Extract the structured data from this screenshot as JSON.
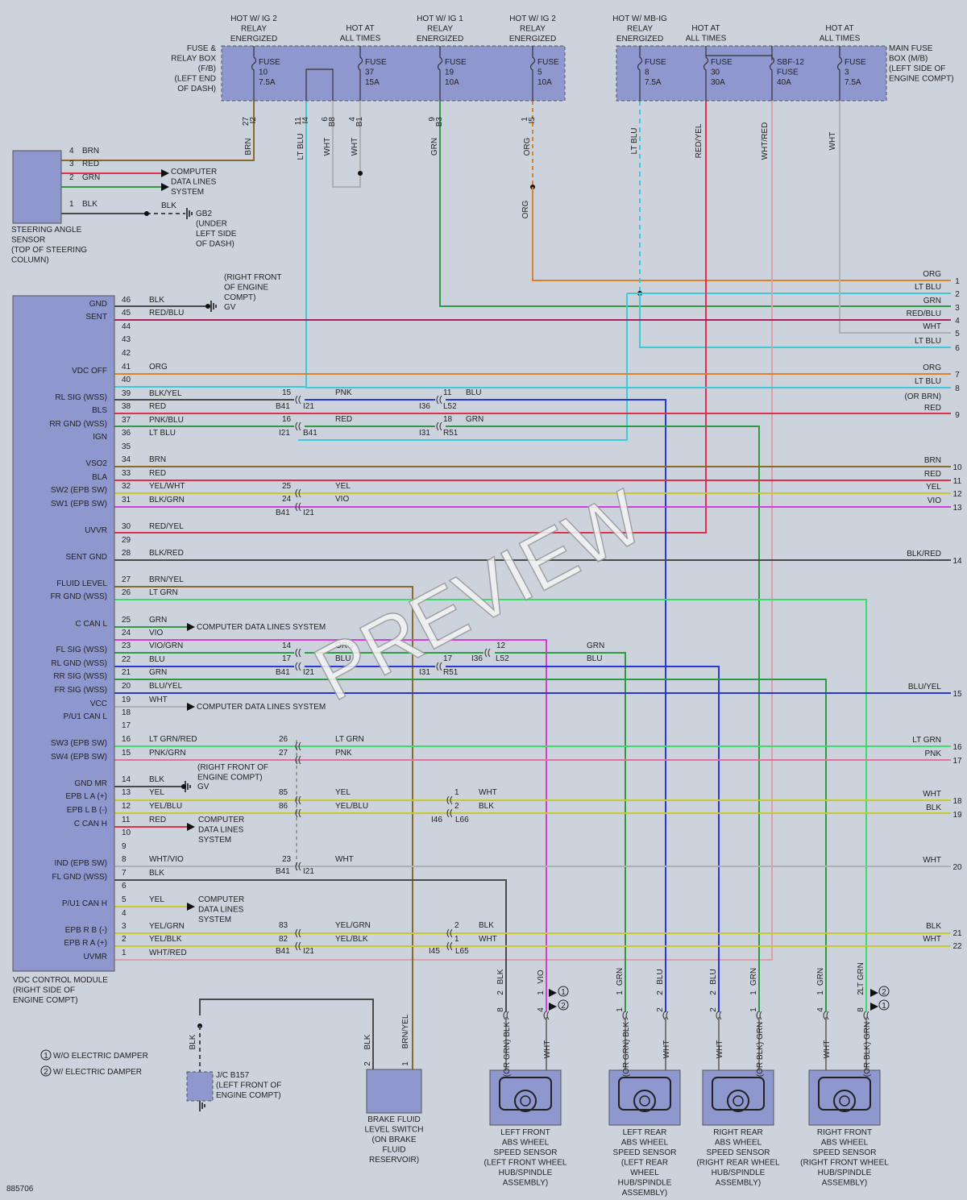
{
  "image_id_label": "885706",
  "watermark": "PREVIEW",
  "fuse_box": {
    "name_lines": [
      "FUSE &",
      "RELAY BOX",
      "(F/B)",
      "(LEFT END",
      "OF DASH)"
    ],
    "headers": [
      {
        "lines": [
          "HOT W/ IG 2",
          "RELAY",
          "ENERGIZED"
        ]
      },
      {
        "lines": [
          "HOT AT",
          "ALL TIMES"
        ]
      },
      {
        "lines": [
          "HOT W/ IG 1",
          "RELAY",
          "ENERGIZED"
        ]
      },
      {
        "lines": [
          "HOT W/ IG 2",
          "RELAY",
          "ENERGIZED"
        ]
      }
    ],
    "fuses": [
      {
        "name": "FUSE",
        "num": "10",
        "amp": "7.5A"
      },
      {
        "name": "FUSE",
        "num": "37",
        "amp": "15A"
      },
      {
        "name": "FUSE",
        "num": "19",
        "amp": "10A"
      },
      {
        "name": "FUSE",
        "num": "5",
        "amp": "10A"
      }
    ],
    "pins": [
      {
        "pin": "27",
        "conn": "I2",
        "wire": "BRN"
      },
      {
        "pin": "11",
        "conn": "I4",
        "wire": "LT BLU"
      },
      {
        "pin": "6",
        "conn": "B8",
        "wire": "WHT"
      },
      {
        "pin": "4",
        "conn": "B1",
        "wire": "WHT"
      },
      {
        "pin": "9",
        "conn": "B3",
        "wire": "GRN"
      },
      {
        "pin": "1",
        "conn": "I5",
        "wire": "ORG"
      }
    ],
    "org_lower": "ORG"
  },
  "main_fuse_box": {
    "name_lines": [
      "MAIN FUSE",
      "BOX (M/B)",
      "(LEFT SIDE OF",
      "ENGINE COMPT)"
    ],
    "headers": [
      {
        "lines": [
          "HOT W/ MB-IG",
          "RELAY",
          "ENERGIZED"
        ]
      },
      {
        "lines": [
          "HOT AT",
          "ALL TIMES"
        ]
      },
      {
        "lines": [
          "HOT AT",
          "ALL TIMES"
        ]
      }
    ],
    "fuses": [
      {
        "name": "FUSE",
        "num": "8",
        "amp": "7.5A"
      },
      {
        "name": "FUSE",
        "num": "30",
        "amp": "30A"
      },
      {
        "name": "SBF-12",
        "num": "FUSE",
        "amp": "40A"
      },
      {
        "name": "FUSE",
        "num": "3",
        "amp": "7.5A"
      }
    ],
    "wires": [
      "LT BLU",
      "RED/YEL",
      "WHT/RED",
      "WHT"
    ]
  },
  "steering_sensor": {
    "label_lines": [
      "STEERING ANGLE",
      "SENSOR",
      "(TOP OF STEERING",
      "COLUMN)"
    ],
    "pins": [
      {
        "pin": "4",
        "wire": "BRN"
      },
      {
        "pin": "3",
        "wire": "RED"
      },
      {
        "pin": "2",
        "wire": "GRN"
      },
      {
        "pin": "1",
        "wire": "BLK"
      }
    ],
    "data_lines": [
      "COMPUTER",
      "DATA LINES",
      "SYSTEM"
    ],
    "ground_wire": "BLK",
    "ground_lines": [
      "GB2",
      "(UNDER",
      "LEFT SIDE",
      "OF DASH)"
    ]
  },
  "module": {
    "label_lines": [
      "VDC CONTROL MODULE",
      "(RIGHT SIDE OF",
      "ENGINE COMPT)"
    ],
    "pins": [
      {
        "pin": "46",
        "func": "GND",
        "wire": "BLK"
      },
      {
        "pin": "45",
        "func": "SENT",
        "wire": "RED/BLU"
      },
      {
        "pin": "44",
        "func": "",
        "wire": ""
      },
      {
        "pin": "43",
        "func": "",
        "wire": ""
      },
      {
        "pin": "42",
        "func": "",
        "wire": ""
      },
      {
        "pin": "41",
        "func": "VDC OFF",
        "wire": "ORG"
      },
      {
        "pin": "40",
        "func": "",
        "wire": ""
      },
      {
        "pin": "39",
        "func": "RL SIG (WSS)",
        "wire": "BLK/YEL"
      },
      {
        "pin": "38",
        "func": "BLS",
        "wire": "RED"
      },
      {
        "pin": "37",
        "func": "RR GND (WSS)",
        "wire": "PNK/BLU"
      },
      {
        "pin": "36",
        "func": "IGN",
        "wire": "LT BLU"
      },
      {
        "pin": "35",
        "func": "",
        "wire": ""
      },
      {
        "pin": "34",
        "func": "VSO2",
        "wire": "BRN"
      },
      {
        "pin": "33",
        "func": "BLA",
        "wire": "RED"
      },
      {
        "pin": "32",
        "func": "SW2 (EPB SW)",
        "wire": "YEL/WHT"
      },
      {
        "pin": "31",
        "func": "SW1 (EPB SW)",
        "wire": "BLK/GRN"
      },
      {
        "pin": "30",
        "func": "UVVR",
        "wire": "RED/YEL"
      },
      {
        "pin": "29",
        "func": "",
        "wire": ""
      },
      {
        "pin": "28",
        "func": "SENT GND",
        "wire": "BLK/RED"
      },
      {
        "pin": "27",
        "func": "FLUID LEVEL",
        "wire": "BRN/YEL"
      },
      {
        "pin": "26",
        "func": "FR GND (WSS)",
        "wire": "LT GRN"
      },
      {
        "pin": "25",
        "func": "C CAN L",
        "wire": "GRN"
      },
      {
        "pin": "24",
        "func": "",
        "wire": "VIO"
      },
      {
        "pin": "23",
        "func": "FL SIG (WSS)",
        "wire": "VIO/GRN"
      },
      {
        "pin": "22",
        "func": "RL GND (WSS)",
        "wire": "BLU"
      },
      {
        "pin": "21",
        "func": "RR SIG (WSS)",
        "wire": "GRN"
      },
      {
        "pin": "20",
        "func": "FR SIG (WSS)",
        "wire": "BLU/YEL"
      },
      {
        "pin": "19",
        "func": "VCC",
        "wire": "WHT"
      },
      {
        "pin": "18",
        "func": "P/U1 CAN L",
        "wire": ""
      },
      {
        "pin": "17",
        "func": "",
        "wire": ""
      },
      {
        "pin": "16",
        "func": "SW3 (EPB SW)",
        "wire": "LT GRN/RED"
      },
      {
        "pin": "15",
        "func": "SW4 (EPB SW)",
        "wire": "PNK/GRN"
      },
      {
        "pin": "14",
        "func": "GND MR",
        "wire": "BLK"
      },
      {
        "pin": "13",
        "func": "EPB L A (+)",
        "wire": "YEL"
      },
      {
        "pin": "12",
        "func": "EPB L B (-)",
        "wire": "YEL/BLU"
      },
      {
        "pin": "11",
        "func": "C CAN H",
        "wire": "RED"
      },
      {
        "pin": "10",
        "func": "",
        "wire": ""
      },
      {
        "pin": "9",
        "func": "",
        "wire": ""
      },
      {
        "pin": "8",
        "func": "IND (EPB SW)",
        "wire": "WHT/VIO"
      },
      {
        "pin": "7",
        "func": "FL GND (WSS)",
        "wire": "BLK"
      },
      {
        "pin": "6",
        "func": "",
        "wire": ""
      },
      {
        "pin": "5",
        "func": "P/U1 CAN H",
        "wire": "YEL"
      },
      {
        "pin": "4",
        "func": "",
        "wire": ""
      },
      {
        "pin": "3",
        "func": "EPB R B (-)",
        "wire": "YEL/GRN"
      },
      {
        "pin": "2",
        "func": "EPB R A (+)",
        "wire": "YEL/BLK"
      },
      {
        "pin": "1",
        "func": "UVMR",
        "wire": "WHT/RED"
      }
    ],
    "gv_label_1": [
      "(RIGHT FRONT",
      "OF ENGINE",
      "COMPT)"
    ],
    "gv_label_2": [
      "(RIGHT FRONT OF",
      "ENGINE COMPT)"
    ],
    "gv": "GV",
    "or_brn": "(OR BRN)",
    "cdl_single": "COMPUTER DATA LINES SYSTEM",
    "cdl_stack": [
      "COMPUTER",
      "DATA LINES",
      "SYSTEM"
    ]
  },
  "right_refs": [
    {
      "num": "1",
      "wire": "ORG"
    },
    {
      "num": "2",
      "wire": "LT BLU"
    },
    {
      "num": "3",
      "wire": "GRN"
    },
    {
      "num": "4",
      "wire": "RED/BLU"
    },
    {
      "num": "5",
      "wire": "WHT"
    },
    {
      "num": "6",
      "wire": "LT BLU"
    },
    {
      "num": "7",
      "wire": "ORG"
    },
    {
      "num": "8",
      "wire": "LT BLU"
    },
    {
      "num": "9",
      "wire": "RED"
    },
    {
      "num": "10",
      "wire": "BRN"
    },
    {
      "num": "11",
      "wire": "RED"
    },
    {
      "num": "12",
      "wire": "YEL"
    },
    {
      "num": "13",
      "wire": "VIO"
    },
    {
      "num": "14",
      "wire": "BLK/RED"
    },
    {
      "num": "15",
      "wire": "BLU/YEL"
    },
    {
      "num": "16",
      "wire": "LT GRN"
    },
    {
      "num": "17",
      "wire": "PNK"
    },
    {
      "num": "18",
      "wire": "WHT"
    },
    {
      "num": "19",
      "wire": "BLK"
    },
    {
      "num": "20",
      "wire": "WHT"
    },
    {
      "num": "21",
      "wire": "BLK"
    },
    {
      "num": "22",
      "wire": "WHT"
    }
  ],
  "inline_connectors": {
    "b41": "B41",
    "i21": "I21",
    "i36": "I36",
    "l52": "L52",
    "i31": "I31",
    "r51": "R51",
    "i46": "I46",
    "l66": "L66",
    "i45": "I45",
    "l65": "L65",
    "items": [
      {
        "n": "15",
        "w": "PNK"
      },
      {
        "n": "11",
        "w": "BLU"
      },
      {
        "n": "16",
        "w": "RED"
      },
      {
        "n": "18",
        "w": "GRN"
      },
      {
        "n": "25",
        "w": "YEL"
      },
      {
        "n": "24",
        "w": "VIO"
      },
      {
        "n": "14",
        "w": "ORG"
      },
      {
        "n": "12",
        "w": "GRN"
      },
      {
        "n": "17",
        "w": "BLU"
      },
      {
        "n": "17b",
        "w": "BLU"
      },
      {
        "n": "26",
        "w": "LT GRN"
      },
      {
        "n": "27",
        "w": "PNK"
      },
      {
        "n": "85",
        "w": "YEL"
      },
      {
        "n": "86",
        "w": "YEL/BLU"
      },
      {
        "n": "23",
        "w": "WHT"
      },
      {
        "n": "83",
        "w": "YEL/GRN"
      },
      {
        "n": "82",
        "w": "YEL/BLK"
      }
    ],
    "right_pins": [
      {
        "n": "1",
        "w": "WHT"
      },
      {
        "n": "2",
        "w": "BLK"
      },
      {
        "n": "2",
        "w": "BLK"
      },
      {
        "n": "1",
        "w": "WHT"
      }
    ]
  },
  "sensors": [
    {
      "lines": [
        "LEFT FRONT",
        "ABS WHEEL",
        "SPEED SENSOR",
        "(LEFT FRONT WHEEL",
        "HUB/SPINDLE",
        "ASSEMBLY)"
      ],
      "pin_a": "8",
      "pin_b": "4",
      "wire_a": "BLK",
      "wire_b": "VIO",
      "pins_top": [
        "2",
        "1"
      ],
      "lw_a": "(OR GRN) BLK",
      "lw_b": "WHT"
    },
    {
      "lines": [
        "LEFT REAR",
        "ABS WHEEL",
        "SPEED SENSOR",
        "(LEFT REAR",
        "WHEEL",
        "HUB/SPINDLE",
        "ASSEMBLY)"
      ],
      "pin_a": "1",
      "pin_b": "2",
      "wire_a": "GRN",
      "wire_b": "BLU",
      "pins_top": [
        "1",
        "2"
      ],
      "lw_a": "(OR GRN) BLK",
      "lw_b": "WHT"
    },
    {
      "lines": [
        "RIGHT REAR",
        "ABS WHEEL",
        "SPEED SENSOR",
        "(RIGHT REAR WHEEL",
        "HUB/SPINDLE",
        "ASSEMBLY)"
      ],
      "pin_a": "2",
      "pin_b": "1",
      "wire_a": "BLU",
      "wire_b": "GRN",
      "pins_top": [
        "2",
        "1"
      ],
      "lw_a": "WHT",
      "lw_b": "(OR BLK) GRN"
    },
    {
      "lines": [
        "RIGHT FRONT",
        "ABS WHEEL",
        "SPEED SENSOR",
        "(RIGHT FRONT WHEEL",
        "HUB/SPINDLE",
        "ASSEMBLY)"
      ],
      "pin_a": "4",
      "pin_b": "8",
      "wire_a": "GRN",
      "wire_b": "LT GRN",
      "pins_top": [
        "1",
        "2"
      ],
      "lw_a": "WHT",
      "lw_b": "(OR BLK) GRN"
    }
  ],
  "brake_switch": {
    "lines": [
      "BRAKE FLUID",
      "LEVEL SWITCH",
      "(ON BRAKE",
      "FLUID",
      "RESERVOIR)"
    ],
    "wires": [
      "BLK",
      "BRN/YEL"
    ],
    "pins": [
      "2",
      "1"
    ]
  },
  "jc": {
    "wire": "BLK",
    "lines": [
      "J/C B157",
      "(LEFT FRONT OF",
      "ENGINE COMPT)"
    ]
  },
  "legend": [
    {
      "num": "1",
      "text": "W/O ELECTRIC DAMPER"
    },
    {
      "num": "2",
      "text": "W/ ELECTRIC DAMPER"
    }
  ],
  "colors": {
    "bg": "#ccd3dd",
    "box": "#8f97cf",
    "BLK": "#4a4a4a",
    "BRN": "#8a6a2a",
    "RED": "#e0304a",
    "GRN": "#2e9a45",
    "LTBLU": "#40c8d8",
    "ORG": "#d9822b",
    "WHT": "#aeb0b4",
    "BLU": "#2838d8",
    "VIO": "#d040d8",
    "YEL": "#c8c830",
    "PNK": "#e46fa0",
    "LTGRN": "#3cdc6c",
    "REDBLU": "#b02060",
    "WHTRED": "#d8a0a8"
  }
}
